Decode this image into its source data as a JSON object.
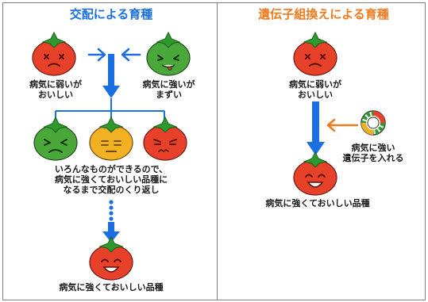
{
  "left_panel": {
    "title": "交配による育種",
    "label_bad_resist_tasty": [
      "病気に弱いが",
      "おいしい"
    ],
    "label_good_resist_bad_taste": [
      "病気に強いが",
      "まずい"
    ],
    "label_crossing_loop": [
      "いろんなものができるので、",
      "病気に強くておいしい品種に",
      "なるまで交配のくり返し"
    ],
    "label_result": "病気に強くておいしい品種"
  },
  "right_panel": {
    "title": "遺伝子組換えによる育種",
    "label_bad_resist_tasty": [
      "病気に弱いが",
      "おいしい"
    ],
    "label_insert_gene": [
      "病気に強い",
      "遺伝子を入れる"
    ],
    "label_result": "病気に強くておいしい品種"
  },
  "colors": {
    "left_title": "#1c6fe0",
    "right_title": "#f07a1e",
    "arrow_blue": "#1c6fe0",
    "arrow_orange": "#f07a1e",
    "tomato_red": "#e8412a",
    "tomato_green": "#4aa83a",
    "tomato_yellow": "#f2b122",
    "leaf_green": "#2e9a2e"
  }
}
